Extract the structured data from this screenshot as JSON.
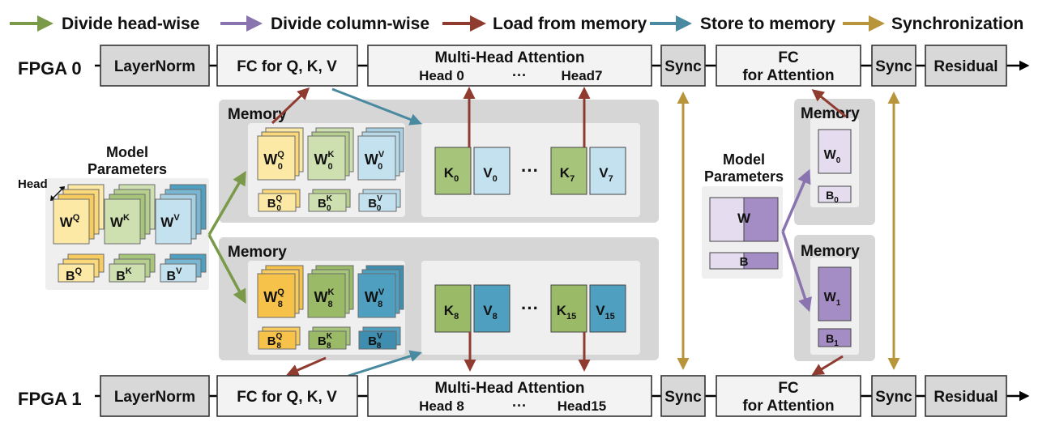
{
  "legend": [
    {
      "label": "Divide head-wise",
      "color": "#7a9a4a",
      "icon": "arrow-right-icon"
    },
    {
      "label": "Divide column-wise",
      "color": "#8a74b0",
      "icon": "arrow-right-icon"
    },
    {
      "label": "Load from memory",
      "color": "#8f3b30",
      "icon": "arrow-right-icon"
    },
    {
      "label": "Store to memory",
      "color": "#4a8aa0",
      "icon": "arrow-right-icon"
    },
    {
      "label": "Synchronization",
      "color": "#b8943a",
      "icon": "arrow-right-icon"
    }
  ],
  "fpga0": {
    "label": "FPGA 0",
    "layernorm": "LayerNorm",
    "fc_qkv": "FC for Q, K, V",
    "mha_title": "Multi-Head Attention",
    "mha_head_first": "Head 0",
    "mha_dots": "···",
    "mha_head_last": "Head7",
    "sync1": "Sync",
    "fc_attn_line1": "FC",
    "fc_attn_line2": "for Attention",
    "sync2": "Sync",
    "residual": "Residual"
  },
  "fpga1": {
    "label": "FPGA 1",
    "layernorm": "LayerNorm",
    "fc_qkv": "FC for Q, K, V",
    "mha_title": "Multi-Head Attention",
    "mha_head_first": "Head 8",
    "mha_dots": "···",
    "mha_head_last": "Head15",
    "sync1": "Sync",
    "fc_attn_line1": "FC",
    "fc_attn_line2": "for Attention",
    "sync2": "Sync",
    "residual": "Residual"
  },
  "left_params": {
    "title_line1": "Model",
    "title_line2": "Parameters",
    "head_label": "Head",
    "weights": [
      {
        "base": "W",
        "sup": "Q"
      },
      {
        "base": "W",
        "sup": "K"
      },
      {
        "base": "W",
        "sup": "V"
      }
    ],
    "biases": [
      {
        "base": "B",
        "sup": "Q"
      },
      {
        "base": "B",
        "sup": "K"
      },
      {
        "base": "B",
        "sup": "V"
      }
    ]
  },
  "memory_top": {
    "title": "Memory",
    "weights": [
      {
        "base": "W",
        "sup": "Q",
        "sub": "0"
      },
      {
        "base": "W",
        "sup": "K",
        "sub": "0"
      },
      {
        "base": "W",
        "sup": "V",
        "sub": "0"
      }
    ],
    "biases": [
      {
        "base": "B",
        "sup": "Q",
        "sub": "0"
      },
      {
        "base": "B",
        "sup": "K",
        "sub": "0"
      },
      {
        "base": "B",
        "sup": "V",
        "sub": "0"
      }
    ],
    "kv_first": {
      "k_base": "K",
      "k_sub": "0",
      "v_base": "V",
      "v_sub": "0"
    },
    "kv_dots": "···",
    "kv_last": {
      "k_base": "K",
      "k_sub": "7",
      "v_base": "V",
      "v_sub": "7"
    }
  },
  "memory_bottom": {
    "title": "Memory",
    "weights": [
      {
        "base": "W",
        "sup": "Q",
        "sub": "8"
      },
      {
        "base": "W",
        "sup": "K",
        "sub": "8"
      },
      {
        "base": "W",
        "sup": "V",
        "sub": "8"
      }
    ],
    "biases": [
      {
        "base": "B",
        "sup": "Q",
        "sub": "8"
      },
      {
        "base": "B",
        "sup": "K",
        "sub": "8"
      },
      {
        "base": "B",
        "sup": "V",
        "sub": "8"
      }
    ],
    "kv_first": {
      "k_base": "K",
      "k_sub": "8",
      "v_base": "V",
      "v_sub": "8"
    },
    "kv_dots": "···",
    "kv_last": {
      "k_base": "K",
      "k_sub": "15",
      "v_base": "V",
      "v_sub": "15"
    }
  },
  "right_params": {
    "title_line1": "Model",
    "title_line2": "Parameters",
    "w_label": "W",
    "b_label": "B"
  },
  "memory_right_top": {
    "title": "Memory",
    "w_base": "W",
    "w_sub": "0",
    "b_base": "B",
    "b_sub": "0"
  },
  "memory_right_bottom": {
    "title": "Memory",
    "w_base": "W",
    "w_sub": "1",
    "b_base": "B",
    "b_sub": "1"
  },
  "colors": {
    "head_green": "#7a9a4a",
    "column_purple": "#8a74b0",
    "load_red": "#8f3b30",
    "store_blue": "#4a8aa0",
    "sync_gold": "#b8943a",
    "q_yellow_light": "#fde9a6",
    "q_yellow_dark": "#f6c24a",
    "k_green_light": "#cfe0b0",
    "k_green_dark": "#9aba67",
    "v_blue_light": "#c3e1ee",
    "v_blue_dark": "#4f9fc0",
    "w_purple_light": "#e5ddef",
    "w_purple_dark": "#a48cc4"
  }
}
